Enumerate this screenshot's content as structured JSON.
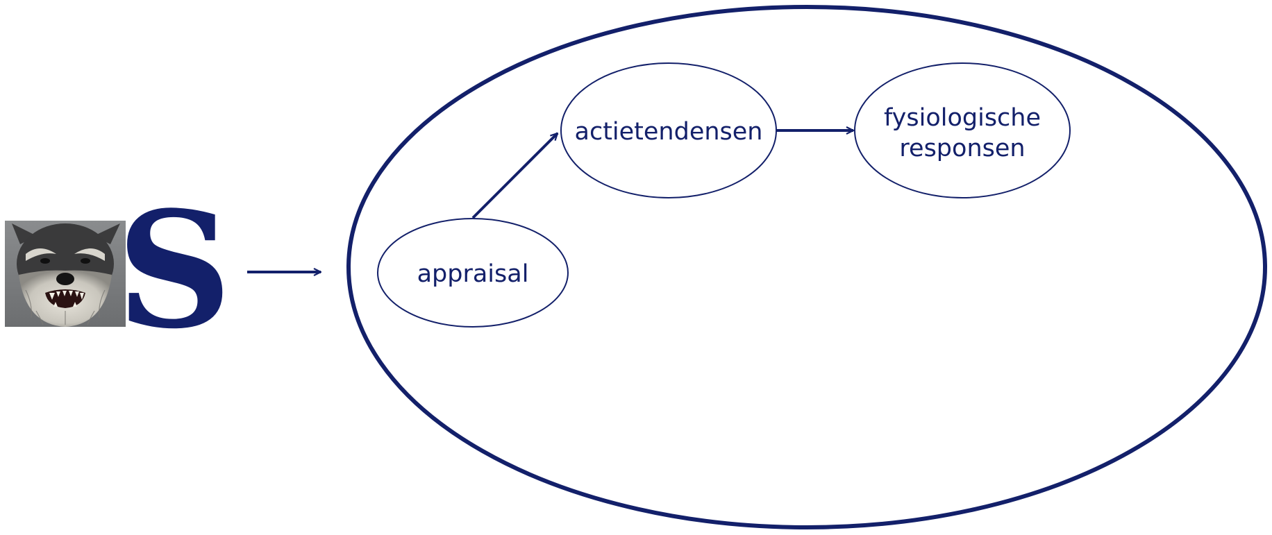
{
  "colors": {
    "ink": "#13206a",
    "background": "#ffffff"
  },
  "stimulus": {
    "image_icon": "snarling-dog-photo",
    "letter": "S"
  },
  "nodes": {
    "appraisal": "appraisal",
    "actietendensen": "actietendensen",
    "fysiologische_line1": "fysiologische",
    "fysiologische_line2": "responsen"
  }
}
